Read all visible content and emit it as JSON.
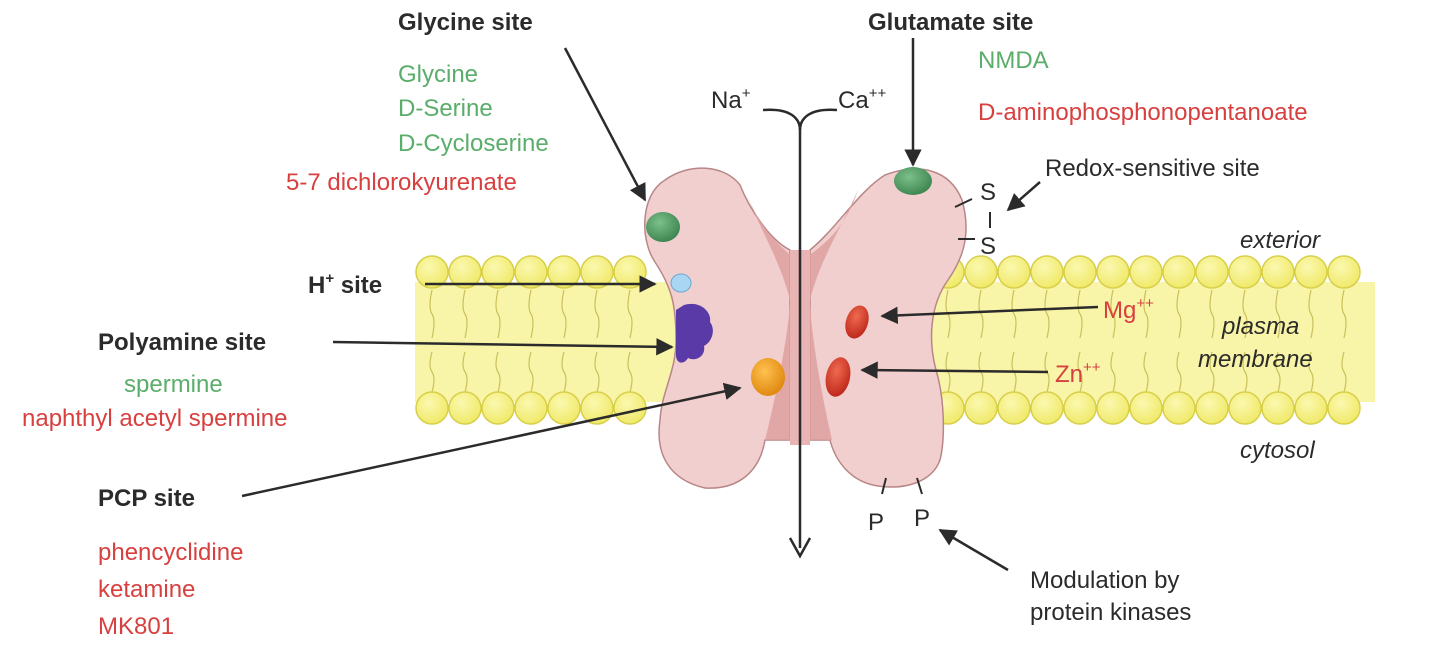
{
  "labels": {
    "glycine_site": "Glycine site",
    "glycine_ligands": [
      {
        "text": "Glycine",
        "color": "green"
      },
      {
        "text": "D-Serine",
        "color": "green"
      },
      {
        "text": "D-Cycloserine",
        "color": "green"
      },
      {
        "text": "5-7 dichlorokyurenate",
        "color": "red"
      }
    ],
    "glutamate_site": "Glutamate site",
    "glutamate_ligands": [
      {
        "text": "NMDA",
        "color": "green"
      },
      {
        "text": "D-aminophosphonopentanoate",
        "color": "red"
      }
    ],
    "na": "Na",
    "na_sup": "+",
    "ca": "Ca",
    "ca_sup": "++",
    "redox_site": "Redox-sensitive site",
    "sulfur": "S",
    "h_site": "H",
    "h_site_sup": "+",
    "h_site_suffix": " site",
    "polyamine_site": "Polyamine site",
    "polyamine_ligands": [
      {
        "text": "spermine",
        "color": "green"
      },
      {
        "text": "naphthyl acetyl spermine",
        "color": "red"
      }
    ],
    "pcp_site": "PCP site",
    "pcp_ligands": [
      {
        "text": "phencyclidine",
        "color": "red"
      },
      {
        "text": "ketamine",
        "color": "red"
      },
      {
        "text": "MK801",
        "color": "red"
      }
    ],
    "mg": "Mg",
    "mg_sup": "++",
    "zn": "Zn",
    "zn_sup": "++",
    "exterior": "exterior",
    "plasma": "plasma",
    "membrane": "membrane",
    "cytosol": "cytosol",
    "phosphate": "P",
    "kinase_line1": "Modulation by",
    "kinase_line2": "protein kinases"
  },
  "colors": {
    "green": "#5aad6a",
    "red": "#d8403f",
    "membrane_fill": "#f5f08a",
    "membrane_stroke": "#d8cf4a",
    "channel_fill": "#f2cfcf",
    "channel_stroke": "#b88686",
    "pore_fill": "#dea0a0",
    "glycine_ball": "#4f9a63",
    "h_ball": "#9fd0ee",
    "polyamine_blob": "#5a3aa6",
    "pcp_ball": "#f0a020",
    "mg_ball": "#d83a2a"
  }
}
